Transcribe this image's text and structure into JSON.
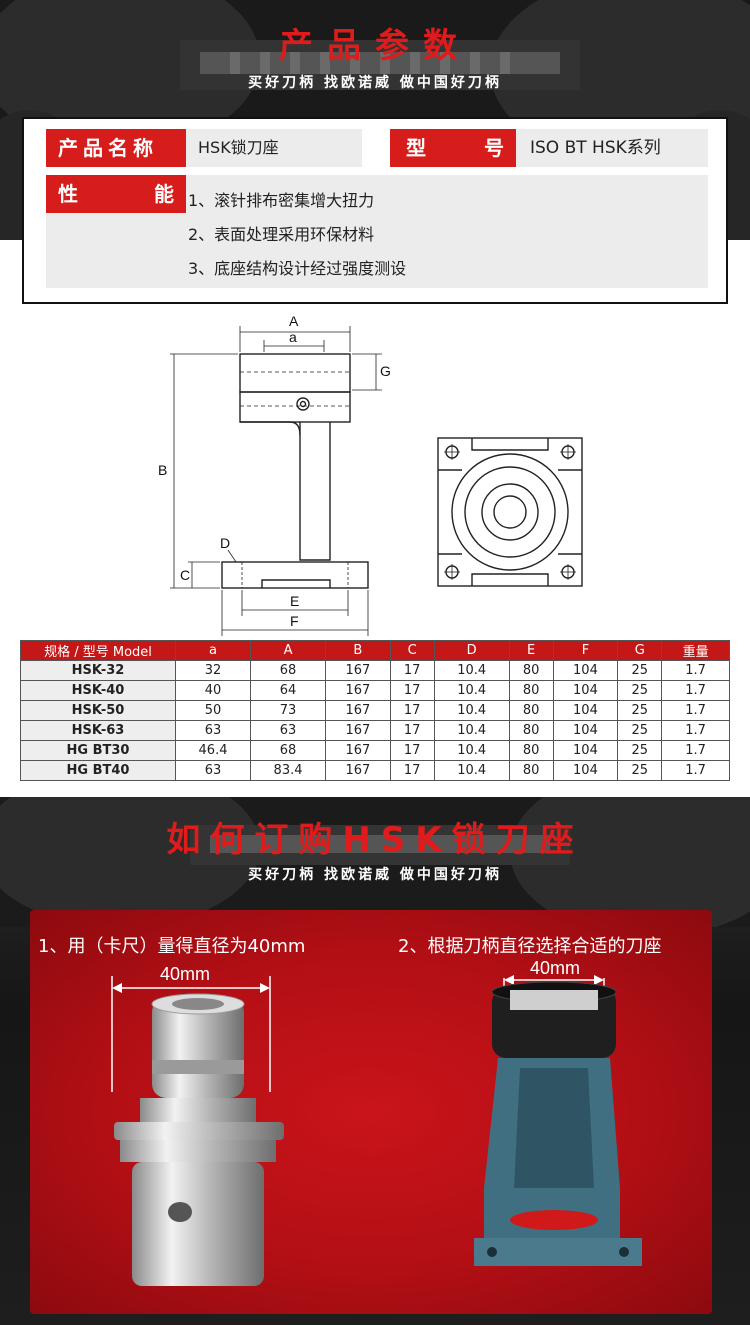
{
  "section1": {
    "title": "产品参数",
    "subtitle": "买好刀柄  找欧诺威  做中国好刀柄"
  },
  "info": {
    "name_label": "产品名称",
    "name_value": "HSK锁刀座",
    "model_label_1": "型",
    "model_label_2": "号",
    "model_value": "ISO BT HSK系列",
    "perf_label_1": "性",
    "perf_label_2": "能",
    "features": [
      "1、滚针排布密集增大扭力",
      "2、表面处理采用环保材料",
      "3、底座结构设计经过强度测设"
    ]
  },
  "drawing": {
    "labels": {
      "A": "A",
      "a": "a",
      "B": "B",
      "C": "C",
      "D": "D",
      "E": "E",
      "F": "F",
      "G": "G"
    }
  },
  "table": {
    "headers": [
      "规格 / 型号 Model",
      "a",
      "A",
      "B",
      "C",
      "D",
      "E",
      "F",
      "G",
      "重量"
    ],
    "rows": [
      [
        "HSK-32",
        "32",
        "68",
        "167",
        "17",
        "10.4",
        "80",
        "104",
        "25",
        "1.7"
      ],
      [
        "HSK-40",
        "40",
        "64",
        "167",
        "17",
        "10.4",
        "80",
        "104",
        "25",
        "1.7"
      ],
      [
        "HSK-50",
        "50",
        "73",
        "167",
        "17",
        "10.4",
        "80",
        "104",
        "25",
        "1.7"
      ],
      [
        "HSK-63",
        "63",
        "63",
        "167",
        "17",
        "10.4",
        "80",
        "104",
        "25",
        "1.7"
      ],
      [
        "HG BT30",
        "46.4",
        "68",
        "167",
        "17",
        "10.4",
        "80",
        "104",
        "25",
        "1.7"
      ],
      [
        "HG BT40",
        "63",
        "83.4",
        "167",
        "17",
        "10.4",
        "80",
        "104",
        "25",
        "1.7"
      ]
    ]
  },
  "section2": {
    "title": "如何订购HSK锁刀座",
    "subtitle": "买好刀柄  找欧诺威  做中国好刀柄",
    "step1": "1、用（卡尺）量得直径为40mm",
    "step2": "2、根据刀柄直径选择合适的刀座",
    "dim1": "40mm",
    "dim2": "40mm"
  },
  "colors": {
    "accent": "#d71c1c",
    "panel": "#ececec",
    "dark": "#141414"
  }
}
